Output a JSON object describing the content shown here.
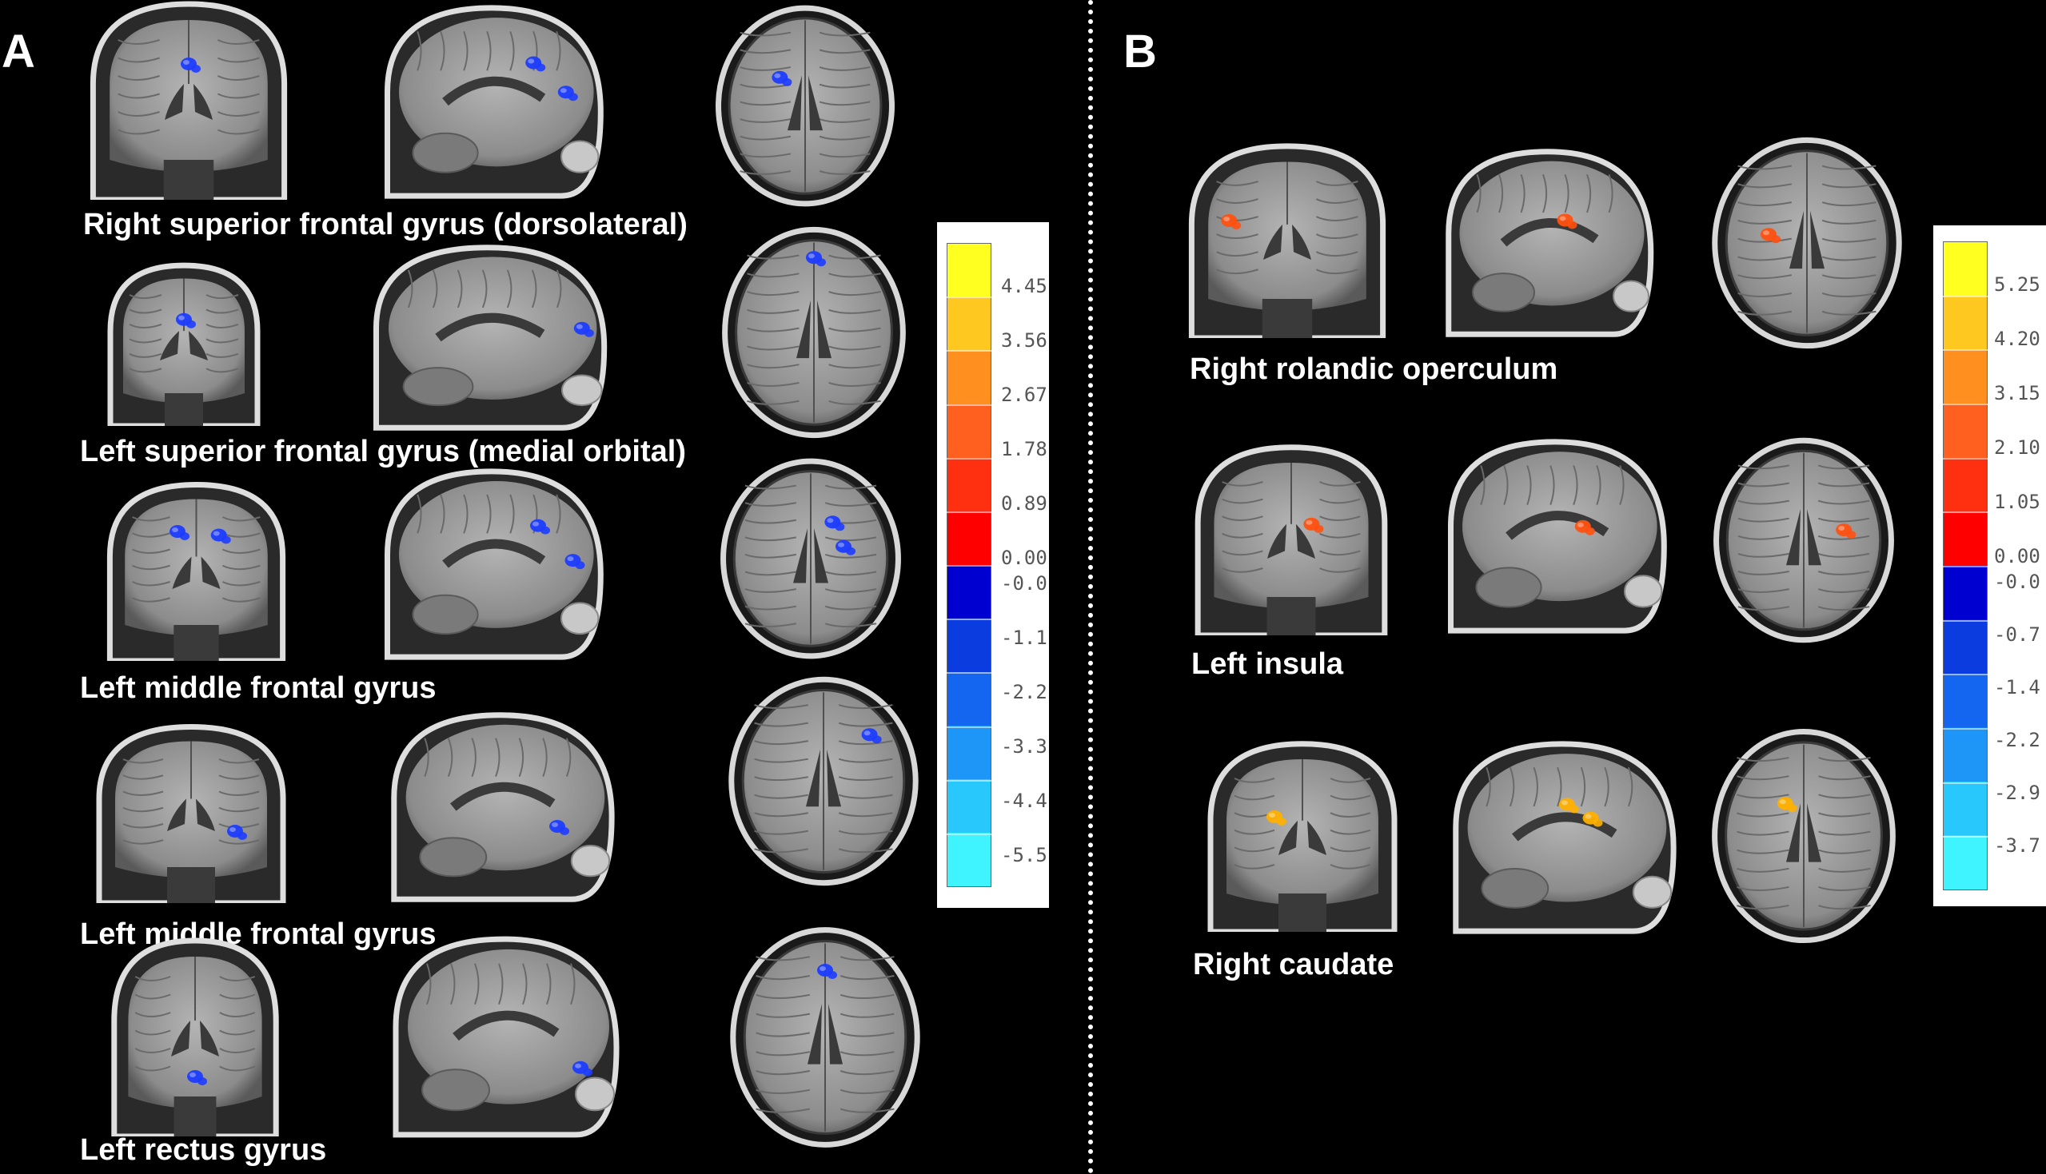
{
  "panel_a": {
    "letter": "A",
    "rows": [
      {
        "label": "Right superior frontal gyrus (dorsolateral)",
        "blob_color": "#1e3cff"
      },
      {
        "label": "Left superior frontal gyrus (medial orbital)",
        "blob_color": "#1e3cff"
      },
      {
        "label": "Left middle frontal gyrus",
        "blob_color": "#1e3cff"
      },
      {
        "label": "Left middle frontal gyrus",
        "blob_color": "#1e3cff"
      },
      {
        "label": "Left rectus gyrus",
        "blob_color": "#1e3cff"
      }
    ],
    "colorbar": {
      "ticks": [
        "4.45",
        "3.56",
        "2.67",
        "1.78",
        "0.89",
        "0.00",
        "-0.0",
        "-1.1",
        "-2.2",
        "-3.3",
        "-4.4",
        "-5.5"
      ]
    }
  },
  "panel_b": {
    "letter": "B",
    "rows": [
      {
        "label": "Right rolandic operculum",
        "blob_color": "#ff5010"
      },
      {
        "label": "Left insula",
        "blob_color": "#ff5010"
      },
      {
        "label": "Right caudate",
        "blob_color": "#ffb000"
      }
    ],
    "colorbar": {
      "ticks": [
        "5.25",
        "4.20",
        "3.15",
        "2.10",
        "1.05",
        "0.00",
        "-0.0",
        "-0.7",
        "-1.4",
        "-2.2",
        "-2.9",
        "-3.7"
      ]
    }
  },
  "colors": {
    "background": "#000000",
    "label_text": "#ffffff",
    "negative_blob": "#1e3cff",
    "positive_blob": "#ff5010",
    "colorbar_gradient": [
      "#ffff20",
      "#ffc820",
      "#ff9020",
      "#ff6020",
      "#ff3010",
      "#ff0000",
      "#0000d0",
      "#0a3ce0",
      "#1466f0",
      "#1e96f8",
      "#28c8fc",
      "#40f4ff"
    ]
  }
}
